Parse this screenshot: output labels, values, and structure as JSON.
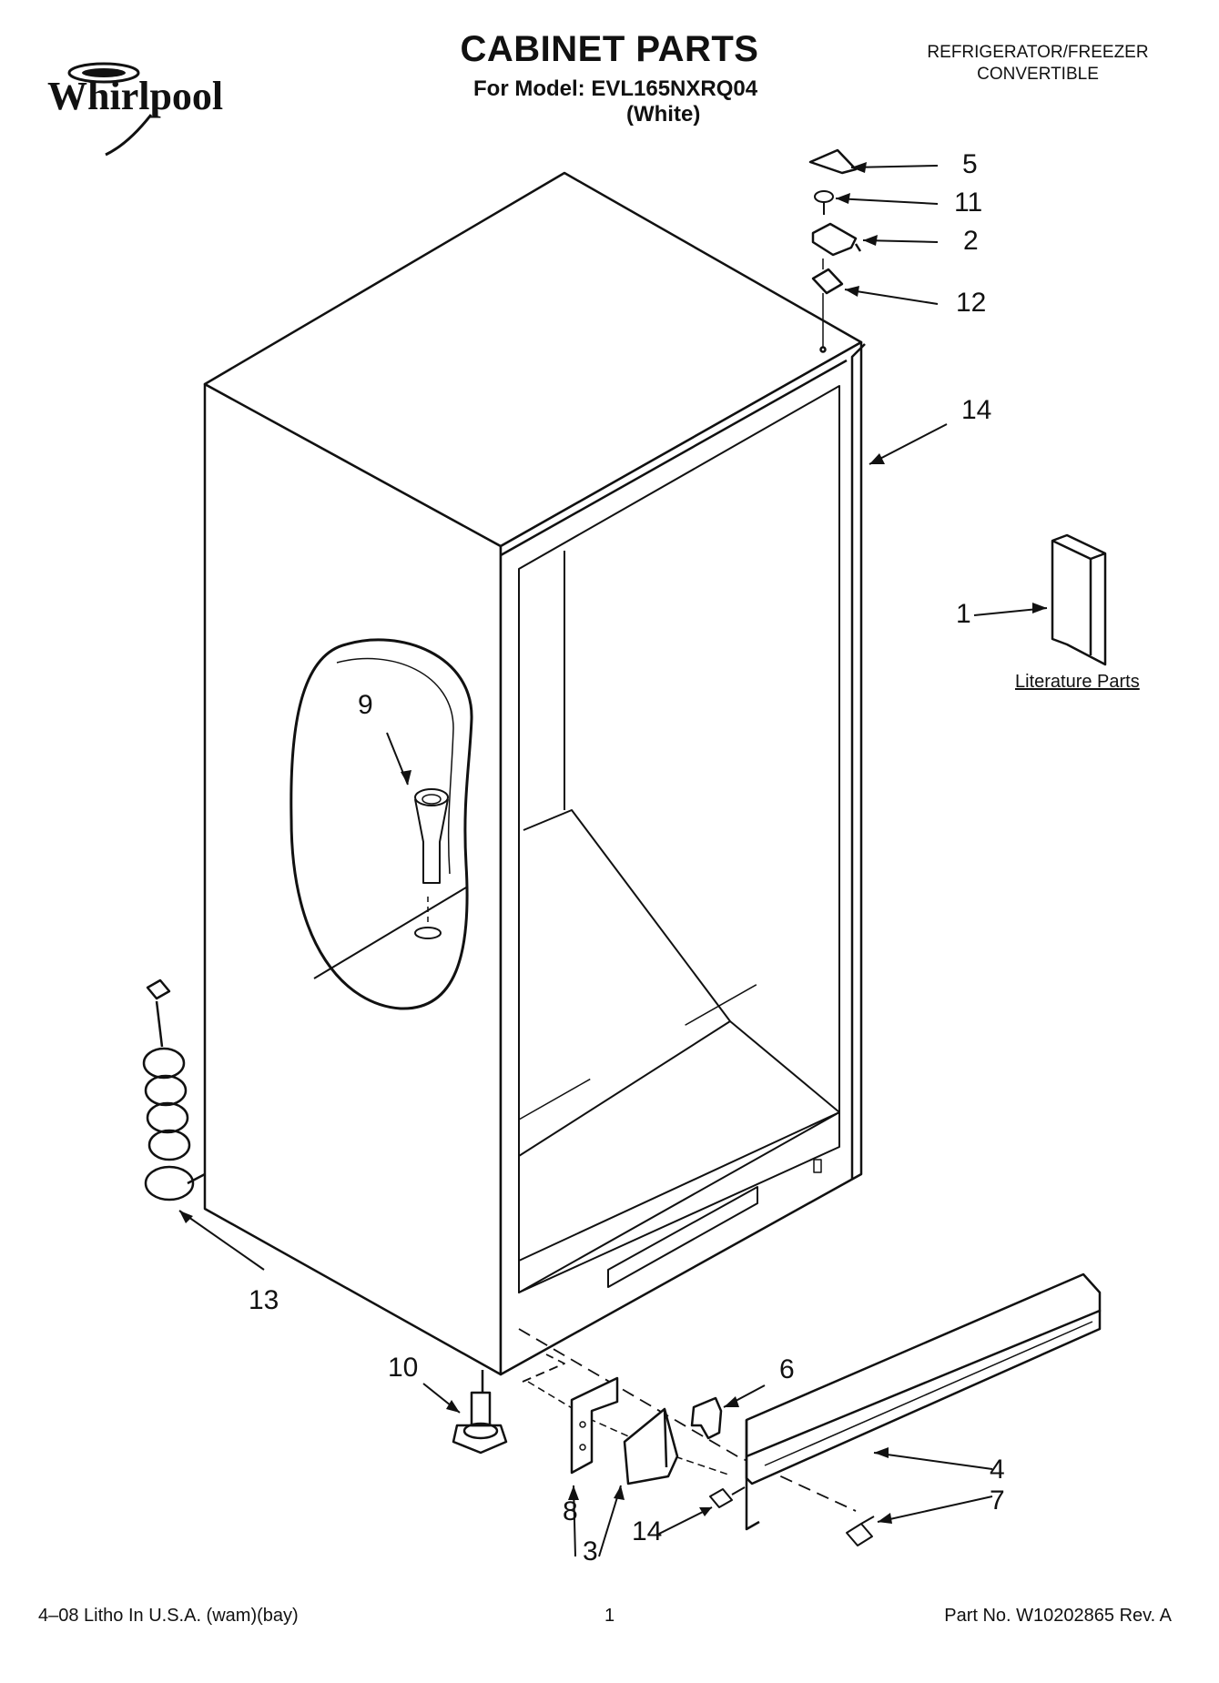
{
  "header": {
    "brand": "Whirlpool",
    "title": "CABINET PARTS",
    "model_line": "For Model: EVL165NXRQ04",
    "color_line": "(White)",
    "product_line1": "REFRIGERATOR/FREEZER",
    "product_line2": "CONVERTIBLE"
  },
  "literature": {
    "label": "Literature Parts"
  },
  "callouts": [
    {
      "id": "c5",
      "label": "5"
    },
    {
      "id": "c11",
      "label": "11"
    },
    {
      "id": "c2",
      "label": "2"
    },
    {
      "id": "c12",
      "label": "12"
    },
    {
      "id": "c14a",
      "label": "14"
    },
    {
      "id": "c1",
      "label": "1"
    },
    {
      "id": "c9",
      "label": "9"
    },
    {
      "id": "c13",
      "label": "13"
    },
    {
      "id": "c10",
      "label": "10"
    },
    {
      "id": "c6",
      "label": "6"
    },
    {
      "id": "c4",
      "label": "4"
    },
    {
      "id": "c7",
      "label": "7"
    },
    {
      "id": "c8",
      "label": "8"
    },
    {
      "id": "c3",
      "label": "3"
    },
    {
      "id": "c14b",
      "label": "14"
    }
  ],
  "footer": {
    "left": "4–08 Litho In U.S.A. (wam)(bay)",
    "center": "1",
    "right": "Part No. W10202865 Rev. A"
  }
}
